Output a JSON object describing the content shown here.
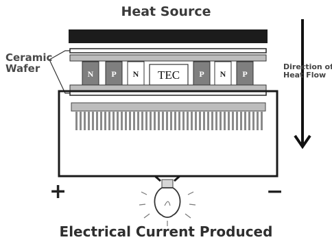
{
  "diagram": {
    "title": "Heat Source",
    "wafer_label_line1": "Ceramic",
    "wafer_label_line2": "Wafer",
    "tec_label": "TEC",
    "direction_line1": "Direction of",
    "direction_line2": "Heat Flow",
    "plus_sign": "+",
    "minus_sign": "−",
    "bottom_label": "Electrical Current Produced",
    "elements": [
      "N",
      "P",
      "N",
      "P",
      "N",
      "P"
    ]
  }
}
